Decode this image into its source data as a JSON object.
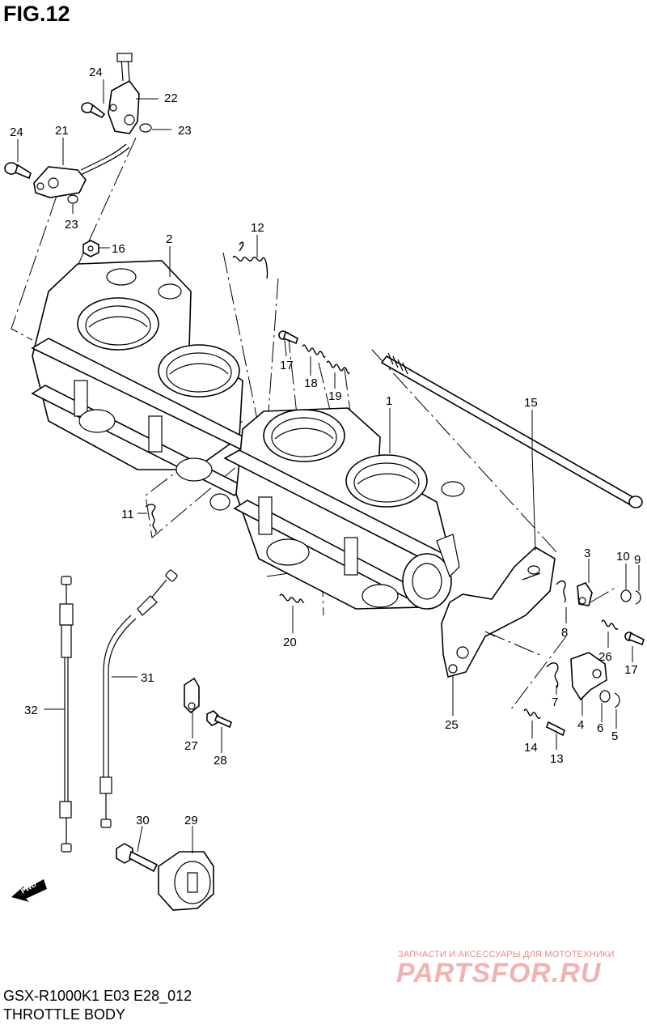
{
  "figure_title": "FIG.12",
  "footer": {
    "model_code": "GSX-R1000K1 E03 E28_012",
    "diagram_name": "THROTTLE BODY"
  },
  "watermark": {
    "tagline": "ЗАПЧАСТИ И АКСЕССУАРЫ ДЛЯ МОТОТЕХНИКИ",
    "brand": "PARTSFOR.RU"
  },
  "fwd_badge": "FWD",
  "callouts": {
    "c1": "1",
    "c2": "2",
    "c3": "3",
    "c4": "4",
    "c5": "5",
    "c6": "6",
    "c7": "7",
    "c8": "8",
    "c9": "9",
    "c10": "10",
    "c11": "11",
    "c12": "12",
    "c13": "13",
    "c14": "14",
    "c15": "15",
    "c16": "16",
    "c17a": "17",
    "c17b": "17",
    "c18": "18",
    "c19": "19",
    "c20": "20",
    "c21": "21",
    "c22": "22",
    "c23a": "23",
    "c23b": "23",
    "c24a": "24",
    "c24b": "24",
    "c25": "25",
    "c26": "26",
    "c27": "27",
    "c28": "28",
    "c29": "29",
    "c30": "30",
    "c31": "31",
    "c32": "32"
  }
}
